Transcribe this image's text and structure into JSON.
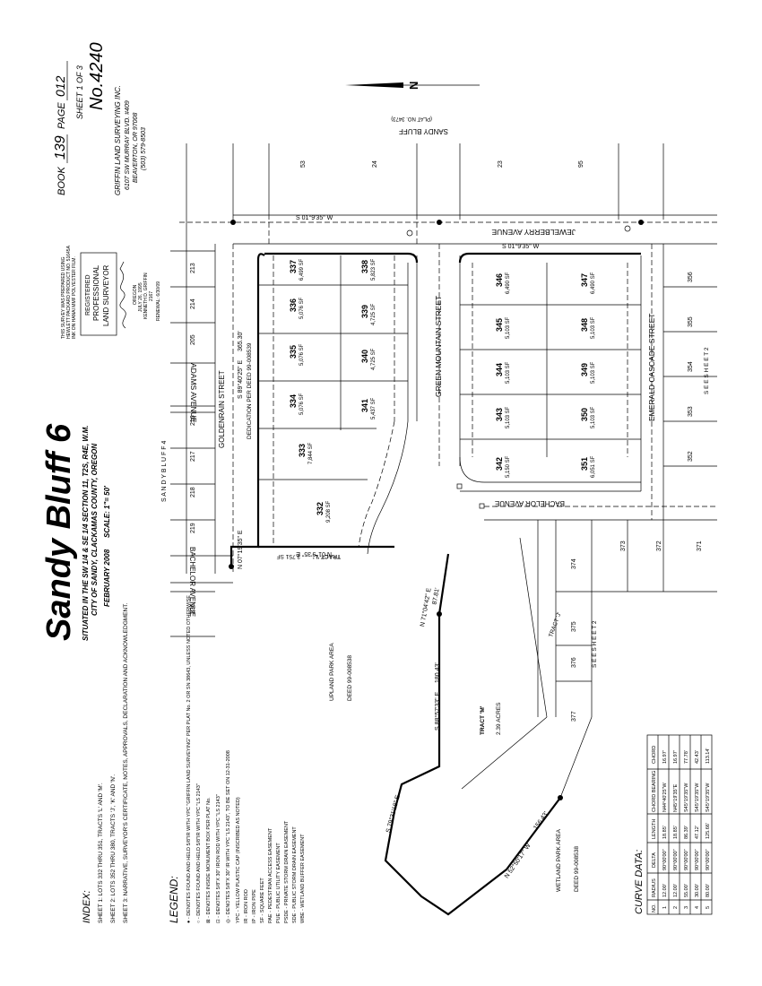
{
  "title": {
    "name": "Sandy Bluff 6",
    "situated": "SITUATED IN THE SW 1/4 & SE 1/4 SECTION 11, T2S, R4E, W.M.",
    "city": "CITY OF SANDY, CLACKAMAS COUNTY, OREGON",
    "date": "FEBRUARY 2008",
    "scale": "SCALE: 1\"= 50'"
  },
  "book": {
    "label": "BOOK",
    "number": "139",
    "page_label": "PAGE",
    "page_number": "012",
    "sheet": "SHEET 1 OF 3",
    "plat_no": "No.4240"
  },
  "firm": {
    "name": "GRIFFIN LAND SURVEYING INC.",
    "address1": "6107 SW MURRAY BLVD. #409",
    "address2": "BEAVERTON, OR 97008",
    "phone": "(503) 579-8503"
  },
  "surveyor_stamp": {
    "note1": "THIS SURVEY WAS PREPARED USING",
    "note2": "HEWLETT PACKARD PRODUCT NO. 51645A",
    "note3": "INK ON HANAI MMF POLYESTER FILM.",
    "registered": "REGISTERED",
    "professional": "PROFESSIONAL",
    "land_surveyor": "LAND SURVEYOR",
    "state": "OREGON",
    "date": "JULY 26, 1995",
    "surveyor": "KENNETH D. GRIFFIN",
    "number": "2167",
    "renewal": "RENEWAL: 6/30/09"
  },
  "streets": {
    "adams": "ADAMS AVENUE",
    "goldenrain": "GOLDENRAIN STREET",
    "bachelor": "BACHELOR AVENUE",
    "green_mountain": "GREEN MOUNTAIN STREET",
    "emerald_cascade": "EMERALD CASCADE STREET",
    "jewelberry": "JEWELBERRY AVENUE",
    "sandy_bluff": "SANDY BLUFF",
    "sandy_bluff_plat": "(PLAT NO. 3473)",
    "sandy_bluff_4": "S A N D Y   B L U F F   4"
  },
  "bearings": {
    "jewelberry_line": "S 01°9'35\" W",
    "goldenrain_east": "S 89°40'25\" E",
    "goldenrain_dist": "365.30'",
    "bachelor_west": "N 07°19'35\" E",
    "tract_l_line": "N 01°9'35\" E",
    "main_line": "N 71°04'42\" E",
    "main_dist": "87.81'",
    "south_line": "S 88°57'33\" E",
    "south_dist": "180.43'",
    "southwest_line": "N 52°50'17\" W",
    "southwest_dist": "156.43'",
    "nw_line": "S 79°31'18\" E"
  },
  "lots": [
    {
      "id": "333",
      "area": "7,844 SF"
    },
    {
      "id": "334",
      "area": "5,076 SF"
    },
    {
      "id": "335",
      "area": "5,076 SF"
    },
    {
      "id": "336",
      "area": "5,076 SF"
    },
    {
      "id": "337",
      "area": "6,499 SF"
    },
    {
      "id": "338",
      "area": "5,823 SF"
    },
    {
      "id": "339",
      "area": "4,725 SF"
    },
    {
      "id": "340",
      "area": "4,725 SF"
    },
    {
      "id": "341",
      "area": "5,437 SF"
    },
    {
      "id": "342",
      "area": "5,150 SF"
    },
    {
      "id": "343",
      "area": "5,103 SF"
    },
    {
      "id": "344",
      "area": "5,103 SF"
    },
    {
      "id": "345",
      "area": "5,103 SF"
    },
    {
      "id": "346",
      "area": "6,490 SF"
    },
    {
      "id": "347",
      "area": "6,490 SF"
    },
    {
      "id": "348",
      "area": "5,103 SF"
    },
    {
      "id": "349",
      "area": "5,103 SF"
    },
    {
      "id": "350",
      "area": "5,103 SF"
    },
    {
      "id": "351",
      "area": "6,051 SF"
    },
    {
      "id": "332",
      "area": "9,208 SF"
    }
  ],
  "neighbor_lots": [
    "213",
    "214",
    "205",
    "216",
    "217",
    "218",
    "219",
    "236",
    "356",
    "355",
    "354",
    "353",
    "352",
    "374",
    "373",
    "375",
    "376",
    "377",
    "372",
    "371",
    "53",
    "24",
    "23",
    "95"
  ],
  "areas": {
    "upland_park": "UPLAND PARK AREA",
    "upland_deed": "DEED 99-008538",
    "wetland_park": "WETLAND PARK AREA",
    "wetland_deed": "DEED 99-008538",
    "tract_m": "TRACT 'M'",
    "tract_m_area": "2.39 ACRES",
    "tract_l": "TRACT 'L'",
    "tract_l_area": "3,751 SF",
    "tract_j": "TRACT 'J'",
    "dedication": "DEDICATION PER DEED 99-008539",
    "see_sheet_2a": "S E E   S H E E T   2",
    "see_sheet_2b": "S E E   S H E E T   2"
  },
  "legend": {
    "title": "LEGEND:",
    "items": [
      "● - DENOTES FOUND AND HELD 5/8\"IR WITH YPC \"GRIFFIN LAND SURVEYING\" PER PLAT No. 2 OR SN 38643, UNLESS NOTED OTHERWISE",
      "○ - DENOTES FOUND AND HELD 5/8\"IR WITH YPC \"LS 2143\"",
      "⊠ - DENOTES INSIDE MONUMENT BOX PER PLAT No.",
      "⊡ - DENOTES 5/8\"X 30\" IRON ROD WITH YPC \"LS 2143\"",
      "◎ - DENOTES 5/8\"X 30\" IR WITH YPC \"LS 2143\", TO BE SET ON 12-31-2008",
      "YPC - YELLOW PLASTIC CAP (INSCRIBED AS NOTED)",
      "IR - IRON ROD",
      "IP - IRON PIPE",
      "SF - SQUARE FEET",
      "PAE - PEDESTRIAN ACCESS EASEMENT",
      "PUE - PUBLIC UTILITY EASEMENT",
      "PSDE - PRIVATE STORM DRAIN EASEMENT",
      "SDE - PUBLIC STORM DRAIN EASEMENT",
      "WBE - WETLAND BUFFER EASEMENT"
    ]
  },
  "index": {
    "title": "INDEX:",
    "sheet1": "SHEET 1: LOTS 332 THRU 351, TRACTS 'L' AND 'M'.",
    "sheet2": "SHEET 2: LOTS 352 THRU 380, TRACTS 'J', 'K' AND 'N'.",
    "sheet3": "SHEET 3: NARRATIVE, SURVEYOR'S CERTIFICATE, NOTES, APPROVALS, DECLARATION AND ACKNOWLEDGMENT."
  },
  "curve_table": {
    "title": "CURVE DATA:",
    "headers": [
      "NO.",
      "RADIUS",
      "DELTA",
      "LENGTH",
      "CHORD BEARING",
      "CHORD"
    ],
    "rows": [
      [
        "1",
        "12.00'",
        "90°00'00\"",
        "18.85'",
        "N44°40'25\"W",
        "16.97'"
      ],
      [
        "2",
        "12.00'",
        "90°00'00\"",
        "18.85'",
        "N45°19'35\"E",
        "16.97'"
      ],
      [
        "3",
        "55.00'",
        "90°00'00\"",
        "86.39'",
        "S45°19'35\"W",
        "77.78'"
      ],
      [
        "4",
        "30.00'",
        "90°00'00\"",
        "47.12'",
        "S45°19'35\"W",
        "42.43'"
      ],
      [
        "5",
        "80.00'",
        "90°00'00\"",
        "125.66'",
        "S45°19'35\"W",
        "113.14'"
      ]
    ]
  },
  "north_arrow": "N"
}
